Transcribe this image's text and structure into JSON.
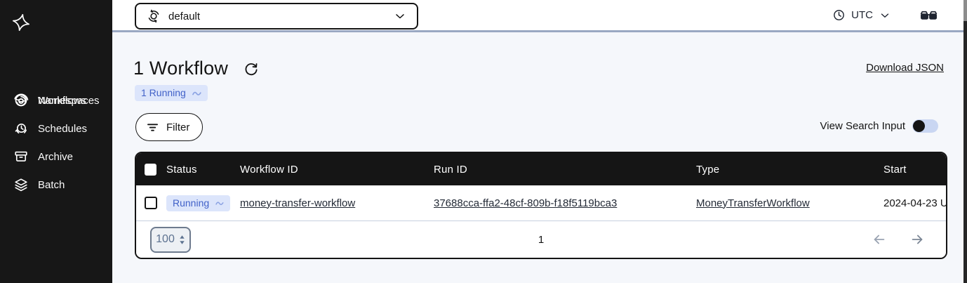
{
  "sidebar": {
    "items": [
      {
        "label": "Workflows"
      },
      {
        "label": "Schedules"
      },
      {
        "label": "Archive"
      },
      {
        "label": "Batch"
      }
    ],
    "bottom": {
      "label": "Namespaces"
    }
  },
  "topbar": {
    "namespace_select": {
      "value": "default"
    },
    "timezone": {
      "label": "UTC"
    }
  },
  "main": {
    "title": "1 Workflow",
    "status_summary": {
      "label": "1 Running"
    },
    "download_link": "Download JSON",
    "filter_button": "Filter",
    "search_toggle_label": "View Search Input",
    "search_toggle_state": "off"
  },
  "table": {
    "columns": [
      "Status",
      "Workflow ID",
      "Run ID",
      "Type",
      "Start"
    ],
    "rows": [
      {
        "status": "Running",
        "workflow_id": "money-transfer-workflow",
        "run_id": "37688cca-ffa2-48cf-809b-f18f5119bca3",
        "type": "MoneyTransferWorkflow",
        "start": "2024-04-23 U"
      }
    ],
    "pagination": {
      "page_size": "100",
      "page": "1"
    }
  },
  "colors": {
    "running_text": "#4161C8",
    "running_badge_bg": "#DCE5FB",
    "sidebar_bg": "#171717",
    "table_header_bg": "#151515",
    "topbar_divider": "#9AA8C2",
    "content_bg": "#F5F7FB"
  }
}
